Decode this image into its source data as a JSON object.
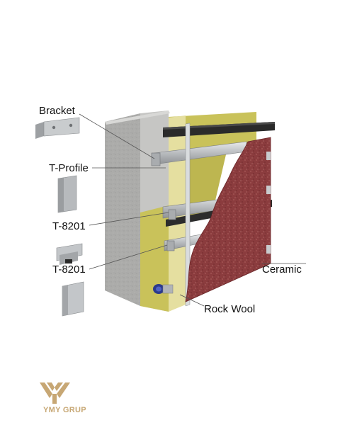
{
  "labels": {
    "bracket": "Bracket",
    "t_profile": "T-Profile",
    "t8201_upper": "T-8201",
    "t8201_lower": "T-8201",
    "ceramic": "Ceramic",
    "rock_wool": "Rock Wool"
  },
  "brand": {
    "name": "YMY GRUP",
    "color": "#c7a774"
  },
  "colors": {
    "concrete": "#b9b9b7",
    "insulation": "#c9c25a",
    "ceramic": "#8a3b3d",
    "metal": "#c9ccce"
  }
}
